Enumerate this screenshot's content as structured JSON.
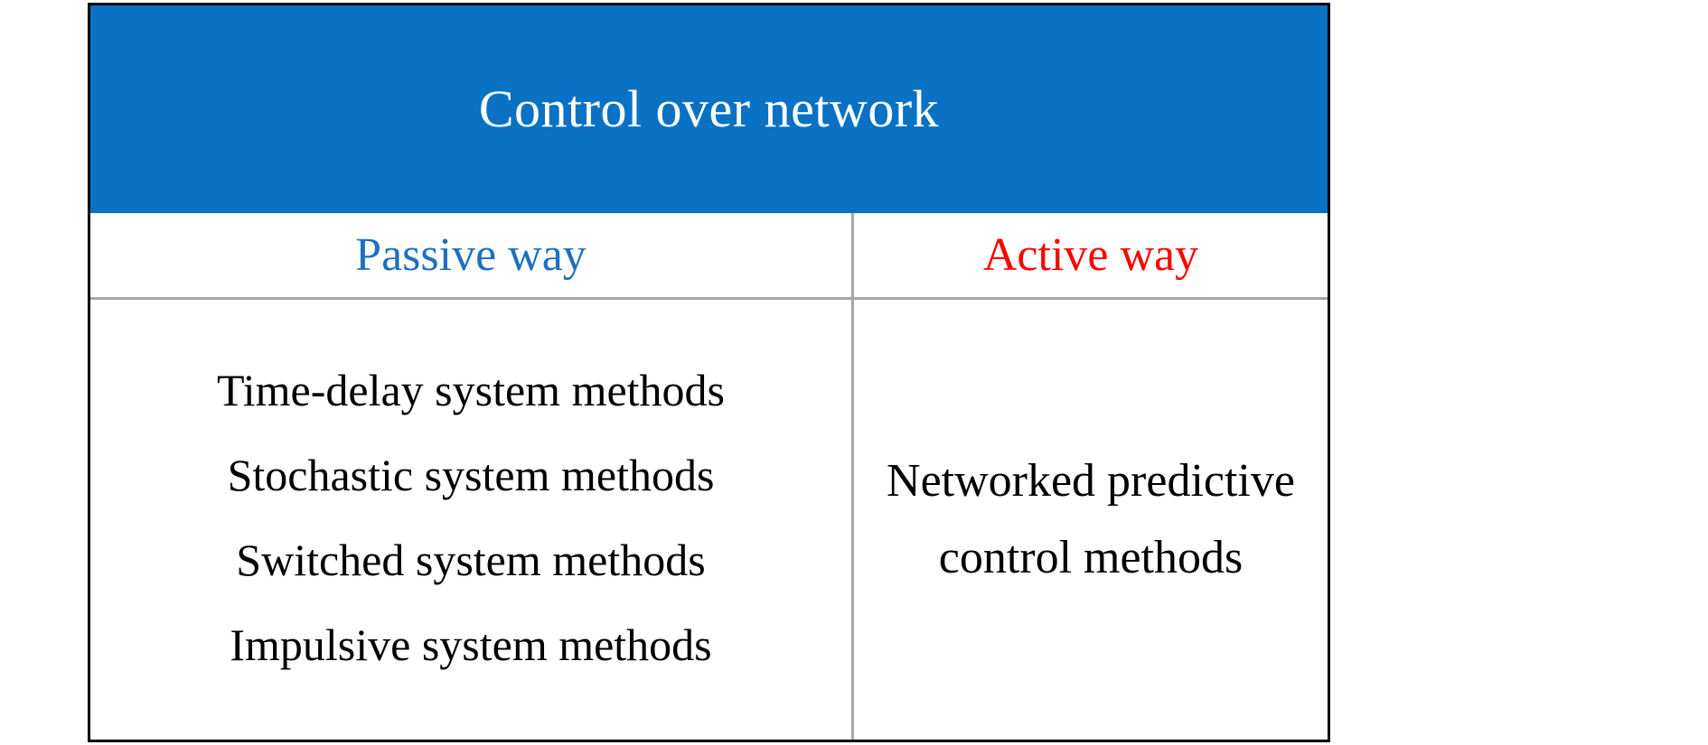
{
  "table": {
    "banner": {
      "title": "Control over network",
      "background_color": "#0A72C4",
      "text_color": "#FFFFFF"
    },
    "columns": [
      {
        "header": "Passive way",
        "header_color": "#1F6FBE",
        "items": [
          "Time-delay system methods",
          "Stochastic system methods",
          "Switched system methods",
          "Impulsive system methods"
        ]
      },
      {
        "header": "Active way",
        "header_color": "#FF0000",
        "items_lines": [
          "Networked predictive",
          "control methods"
        ]
      }
    ],
    "border_color": "#000000",
    "inner_rule_color": "#A6A6A6"
  }
}
